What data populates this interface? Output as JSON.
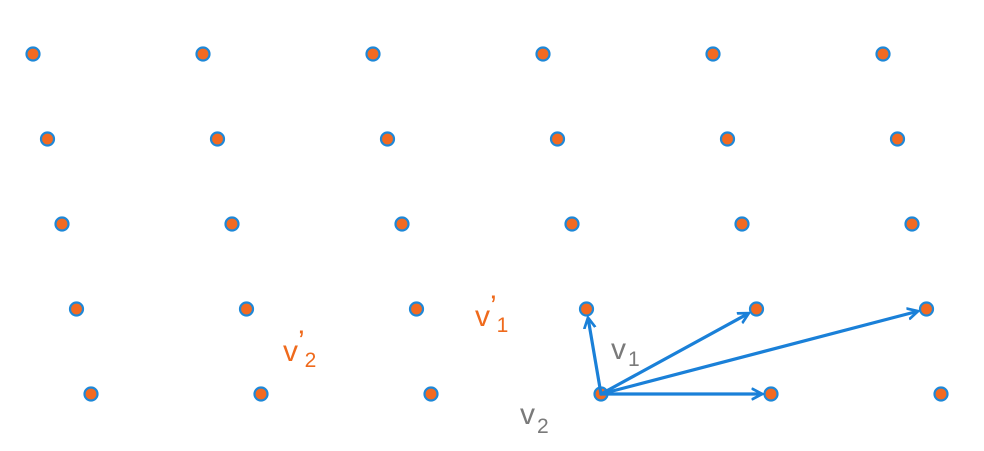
{
  "colors": {
    "background": "#ffffff",
    "point_fill": "#f26a21",
    "point_stroke": "#1e88d8",
    "arrow": "#1a80d8",
    "basis_label": "#7a7a7a",
    "alt_basis_label": "#ef6a1c"
  },
  "lattice": {
    "rows": 5,
    "columns": 6,
    "v1": [
      0.08,
      1
    ],
    "v2": [
      -1,
      0
    ],
    "origin_point": [
      0,
      0
    ]
  },
  "vectors": [
    {
      "id": "v1",
      "label": "v",
      "subscript": "1",
      "prime": "",
      "components": [
        0,
        1
      ],
      "color_key": "basis_label"
    },
    {
      "id": "v2",
      "label": "v",
      "subscript": "2",
      "prime": "",
      "components": [
        -1,
        0
      ],
      "color_key": "basis_label"
    },
    {
      "id": "v1_prime",
      "label": "v",
      "subscript": "1",
      "prime": "’",
      "components": [
        -1,
        1
      ],
      "color_key": "alt_basis_label"
    },
    {
      "id": "v2_prime",
      "label": "v",
      "subscript": "2",
      "prime": "’",
      "components": [
        -2,
        1
      ],
      "color_key": "alt_basis_label"
    }
  ]
}
